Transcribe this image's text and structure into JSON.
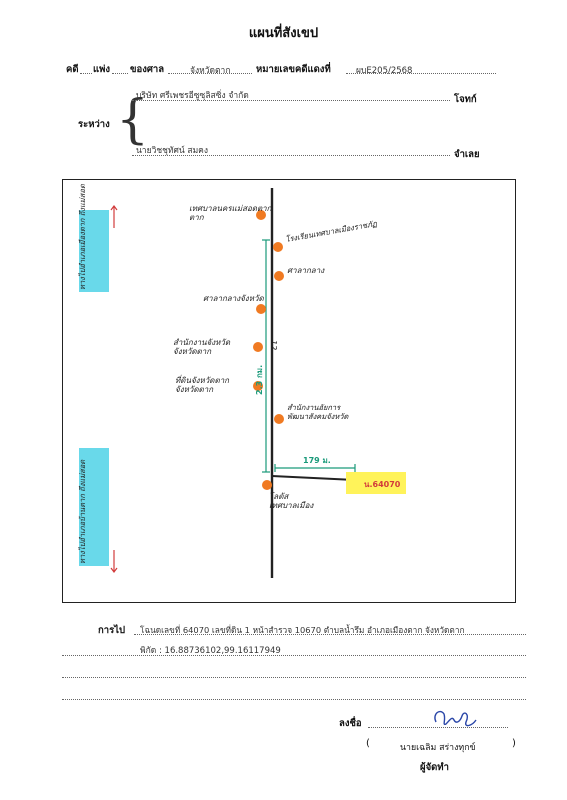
{
  "header": {
    "title": "แผนที่สังเขป",
    "case_label": "คดี",
    "case_of_label": "แพ่ง",
    "court_label": "ของศาล",
    "court_value": "จังหวัดตาก",
    "red_case_label": "หมายเลขคดีแดงที่",
    "red_case_value": "ผบE205/2568"
  },
  "parties": {
    "between_label": "ระหว่าง",
    "plaintiff_name": "บริษัท ศรีเพชรอีซูซุลิสซิ่ง  จำกัด",
    "plaintiff_role": "โจทก์",
    "defendant_name": "นายวิชชุทัศน์ สมคง",
    "defendant_role": "จำเลย"
  },
  "map": {
    "annotations": {
      "top_left_landmark": "เทศบาลนครแม่สอดตาก\nตาก",
      "school": "โรงเรียนเทศบาลเมืองราชภัฏ",
      "office1": "ศาลากลาง",
      "office2": "ศาลากลางจังหวัด",
      "prov_office": "สำนักงานจังหวัด\nจังหวัดตาก",
      "land_office": "ที่ดินจังหวัดตาก\nจังหวัดตาก",
      "right_mid": "สำนักงานอัยการ\nพัฒนาสังคมจังหวัด",
      "bottom_landmark": "โลตัส\nเทศบาลเมือง",
      "distance_vertical": "2.3 กม.",
      "distance_horizontal": "179 ม.",
      "target_label": "น.64070",
      "left_top_arrow_text": "ทางไปอำเภอเมืองตาก\nถึงแม่สอด",
      "left_bottom_arrow_text": "ทางไปอำเภอบ้านตาก\nถึงแม่สอด",
      "road_label": "12"
    },
    "colors": {
      "highlight_cyan": "#4fd2e6",
      "highlight_yellow": "#fff35a",
      "dot_orange": "#f07a22",
      "line_green": "#1a9a7a",
      "arrow_red": "#d23b3b"
    }
  },
  "footer": {
    "goto_label": "การไป",
    "goto_value": "โฉนดเลขที่ 64070 เลขที่ดิน 1 หน้าสำรวจ 10670  ตำบลน้ำรึม  อำเภอเมืองตาก จังหวัดตาก",
    "coords_value": "พิกัด :  16.88736102,99.16117949",
    "sign_label": "ลงชื่อ",
    "signer_name": "นายเฉลิม  สร่างทุกข์",
    "signer_role": "ผู้จัดทำ"
  }
}
